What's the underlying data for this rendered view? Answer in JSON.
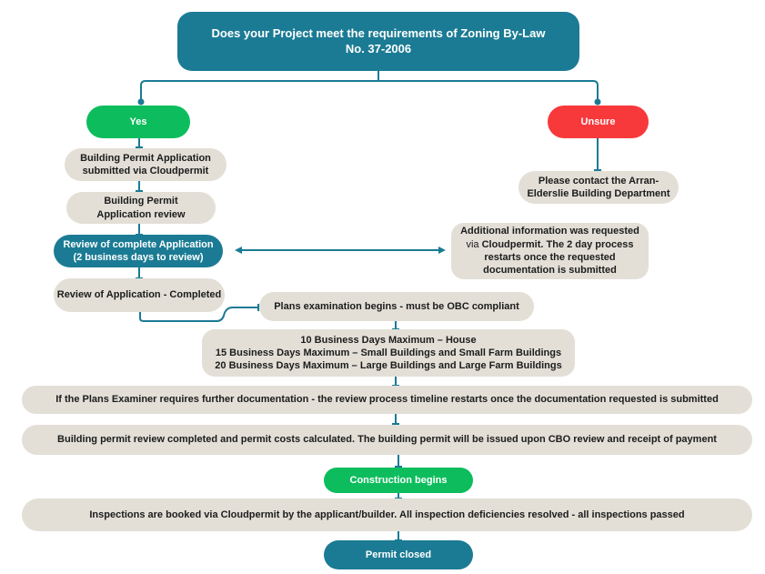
{
  "colors": {
    "teal": "#1b7b94",
    "green": "#0dbd5d",
    "red": "#f8393b",
    "beige": "#e3dfd7",
    "connector": "#1b7b94"
  },
  "title": "Does your Project meet the requirements of Zoning By-Law\nNo. 37-2006",
  "yes_branch": {
    "label": "Yes",
    "submitted": "Building Permit Application\nsubmitted via Cloudpermit",
    "review": "Building Permit\nApplication review",
    "complete_review": "Review of complete Application\n(2 business days to review)",
    "completed": "Review of Application - Completed"
  },
  "unsure_branch": {
    "label": "Unsure",
    "contact": "Please contact the Arran-\nElderslie Building Department"
  },
  "additional_info": {
    "line1": "Additional information was requested",
    "line2_prefix": "via ",
    "line2_bold": "Cloudpermit",
    "line2_suffix": ". The 2 day process",
    "line3": "restarts once the requested\ndocumentation is submitted"
  },
  "plans_exam": "Plans examination begins - must be OBC compliant",
  "timelines": [
    "10 Business Days Maximum – House",
    "15 Business Days Maximum – Small Buildings and Small Farm Buildings",
    "20 Business Days Maximum – Large Buildings and Large Farm Buildings"
  ],
  "further_docs": "If the Plans Examiner requires further documentation - the review process timeline restarts once the documentation requested is submitted",
  "review_completed": "Building permit review completed and permit costs calculated. The building permit will be issued upon CBO review and receipt of payment",
  "construction": "Construction begins",
  "inspections": "Inspections are booked via Cloudpermit by the applicant/builder. All inspection deficiencies resolved - all inspections passed",
  "closed": "Permit closed"
}
